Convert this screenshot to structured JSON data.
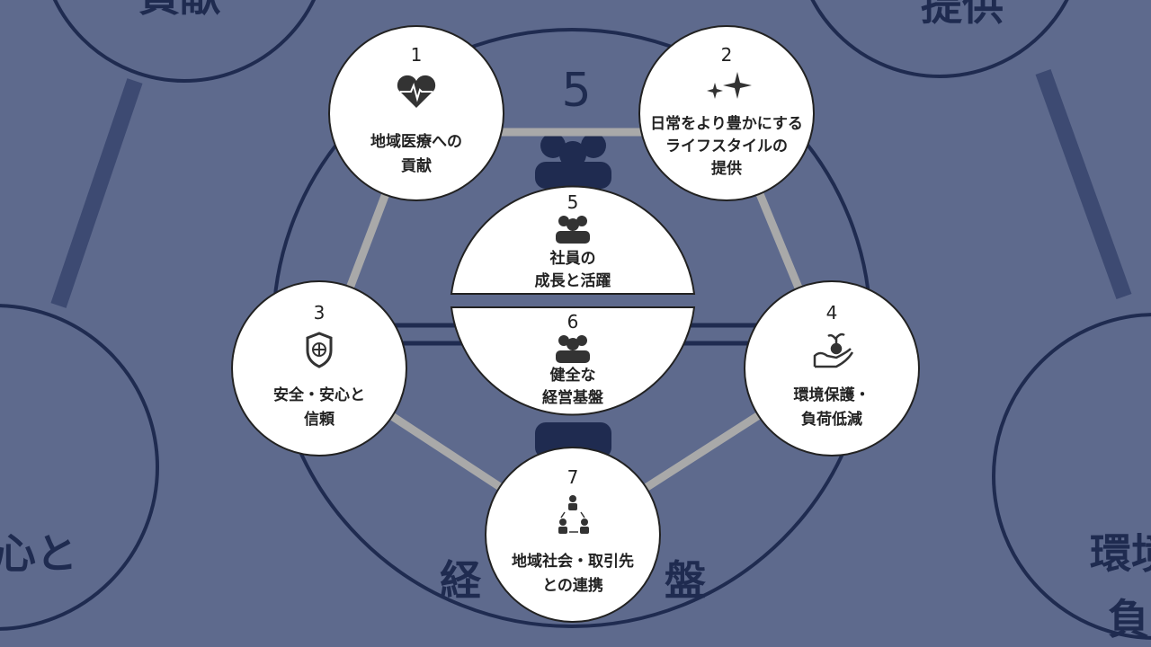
{
  "background_text": {
    "top_left": "貢献",
    "top_right": "提供",
    "left": "心と",
    "right_1": "環境",
    "right_2": "負",
    "center_num": "5",
    "bottom": "経",
    "bottom_right": "盤"
  },
  "items": [
    {
      "num": "1",
      "icon": "heart-pulse-icon",
      "lines": [
        "地域医療への",
        "貢献"
      ]
    },
    {
      "num": "2",
      "icon": "sparkles-icon",
      "lines": [
        "日常をより豊かにする",
        "ライフスタイルの",
        "提供"
      ]
    },
    {
      "num": "3",
      "icon": "shield-icon",
      "lines": [
        "安全・安心と",
        "信頼"
      ]
    },
    {
      "num": "4",
      "icon": "hand-sprout-icon",
      "lines": [
        "環境保護・",
        "負荷低減"
      ]
    },
    {
      "num": "5",
      "icon": "people-icon",
      "lines": [
        "社員の",
        "成長と活躍"
      ]
    },
    {
      "num": "6",
      "icon": "people-icon",
      "lines": [
        "健全な",
        "経営基盤"
      ]
    },
    {
      "num": "7",
      "icon": "network-people-icon",
      "lines": [
        "地域社会・取引先",
        "との連携"
      ]
    }
  ],
  "colors": {
    "background": "#5e6a8d",
    "dark_line": "#1f2b50",
    "gray_line": "#a9a9a9",
    "circle": "#ffffff"
  }
}
